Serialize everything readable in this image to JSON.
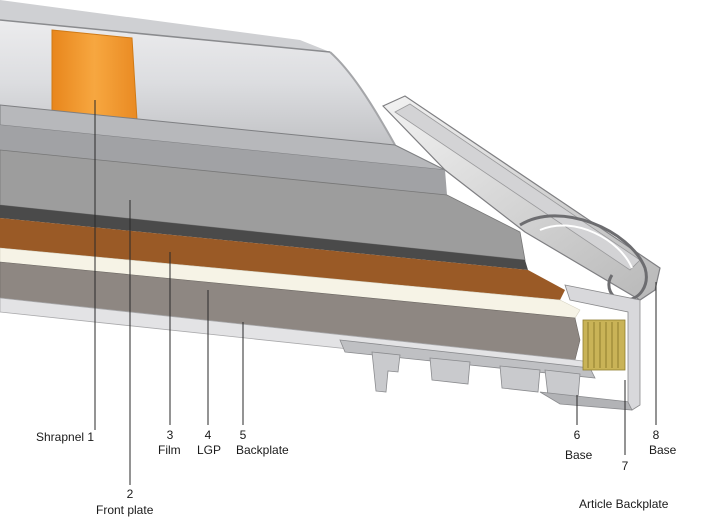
{
  "colors": {
    "orange_band": "#f29a2e",
    "film_brown": "#9a5a26",
    "lgp_gray": "#8e8782",
    "front_plate": "#9d9d9d",
    "diffuser_white": "#f6f3e6",
    "backplate_light": "#dcdcdc",
    "brush_yellow": "#c9b357",
    "leader_line": "#2a2a2a"
  },
  "labels": {
    "shrapnel": "Shrapnel 1",
    "front_plate_num": "2",
    "front_plate": "Front plate",
    "film_num": "3",
    "film": "Film",
    "lgp_num": "4",
    "lgp": "LGP",
    "backplate_num": "5",
    "backplate": "Backplate",
    "base6_num": "6",
    "base6": "Base",
    "article_num": "7",
    "article": "Article Backplate",
    "base8_num": "8",
    "base8": "Base"
  }
}
